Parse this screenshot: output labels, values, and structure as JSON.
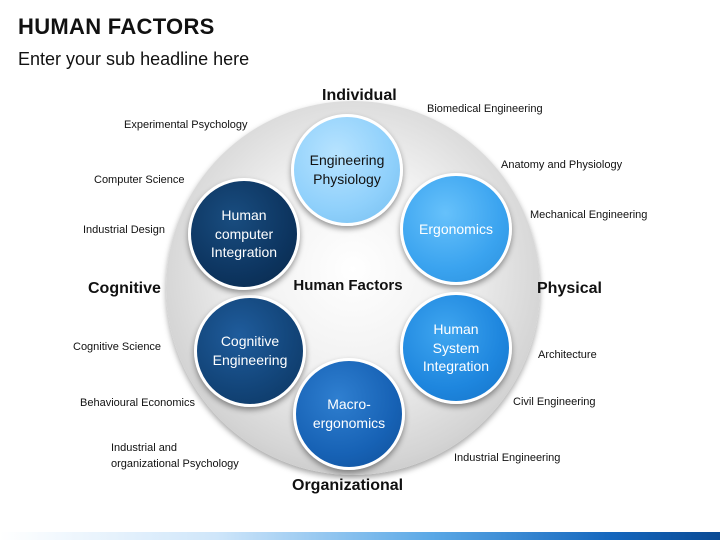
{
  "header": {
    "title": "HUMAN FACTORS",
    "subtitle": "Enter your sub headline here"
  },
  "diagram": {
    "center": "Human Factors",
    "axes": {
      "top": "Individual",
      "left": "Cognitive",
      "right": "Physical",
      "bottom": "Organizational"
    },
    "circles": {
      "engineering_physiology": "Engineering Physiology",
      "ergonomics": "Ergonomics",
      "human_system_integration": "Human System Integration",
      "macro_ergonomics": "Macro-ergonomics",
      "cognitive_engineering": "Cognitive Engineering",
      "human_computer_integration": "Human computer Integration"
    },
    "left_labels": {
      "experimental_psychology": "Experimental Psychology",
      "computer_science": "Computer Science",
      "industrial_design": "Industrial Design",
      "cognitive_science": "Cognitive Science",
      "behavioural_economics": "Behavioural Economics",
      "industrial_org_psych": "Industrial and organizational Psychology"
    },
    "right_labels": {
      "biomedical_engineering": "Biomedical Engineering",
      "anatomy_physiology": "Anatomy and Physiology",
      "mechanical_engineering": "Mechanical Engineering",
      "architecture": "Architecture",
      "civil_engineering": "Civil Engineering",
      "industrial_engineering": "Industrial Engineering"
    }
  },
  "colors": {
    "circle_lightest": "#8fd0fb",
    "circle_light": "#3aa3ef",
    "circle_mid": "#1e86de",
    "circle_dark": "#1762b5",
    "circle_darker": "#124478",
    "circle_darkest": "#0d3560"
  }
}
